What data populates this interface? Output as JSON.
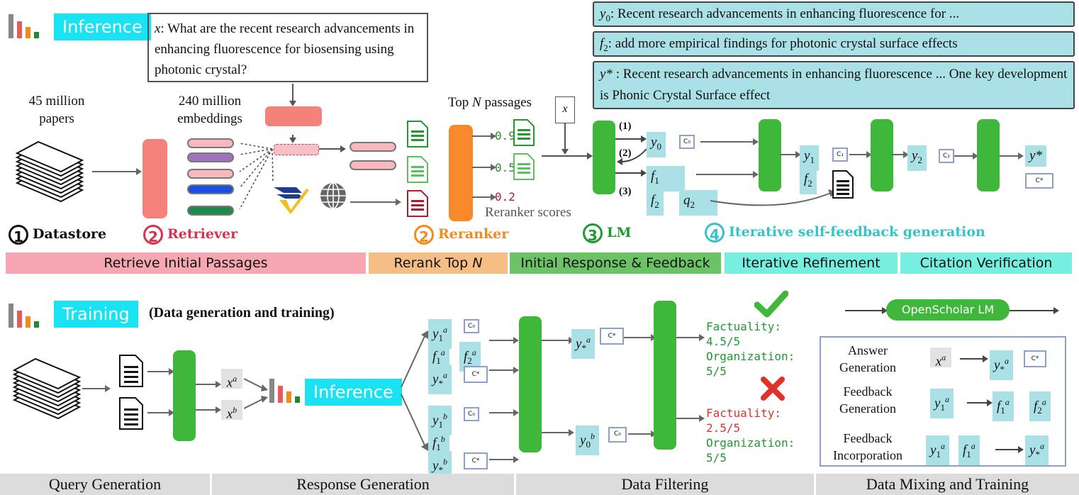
{
  "top": {
    "inference_label": "Inference",
    "query_var": "x",
    "query_text": ": What are the recent research advancements in enhancing fluorescence for biosensing using photonic crystal?",
    "papers_label": "45 million papers",
    "embeddings_label": "240 million embeddings",
    "topn_label_a": "Top ",
    "topn_label_n": "N",
    "topn_label_b": " passages",
    "scores": [
      "0.9",
      "0.5",
      "0.2"
    ],
    "reranker_scores_label": "Reranker scores",
    "x_input": "x",
    "lm_marks": [
      "(1)",
      "(2)",
      "(3)"
    ],
    "boxes": {
      "y0": "y",
      "y0_sub": "0",
      "f1": "f",
      "f1_sub": "1",
      "f2": "f",
      "f2_sub": "2",
      "q2": "q",
      "q2_sub": "2",
      "y1": "y",
      "y1_sub": "1",
      "y2": "y",
      "y2_sub": "2",
      "ystar": "y*",
      "c0": "C₀",
      "c1": "C₁",
      "c2": "C₂",
      "cstar": "C*"
    },
    "output_y0_sym": "y",
    "output_y0_sub": "0",
    "output_y0": ": Recent research advancements in enhancing fluorescence for ...",
    "output_f2_sym": "f",
    "output_f2_sub": "2",
    "output_f2": ": add more empirical findings for photonic crystal surface effects",
    "output_ystar_sym": "y*",
    "output_ystar": " : Recent research advancements in enhancing fluorescence ... One key development is Phonic Crystal Surface effect"
  },
  "steps": [
    {
      "num": "1",
      "label": "Datastore",
      "color": "#111111"
    },
    {
      "num": "2",
      "label": "Retriever",
      "color": "#d9314f"
    },
    {
      "num": "2",
      "label": "Reranker",
      "color": "#f28a1c"
    },
    {
      "num": "3",
      "label": "LM",
      "color": "#1e9a2f"
    },
    {
      "num": "4",
      "label": "Iterative self-feedback generation",
      "color": "#33c4c9"
    }
  ],
  "top_stages": [
    {
      "label": "Retrieve Initial Passages",
      "color": "#f6a7b1"
    },
    {
      "label": "Rerank Top ",
      "label_n": "N",
      "color": "#f6be84"
    },
    {
      "label": "Initial Response & Feedback",
      "color": "#6cc366"
    },
    {
      "label": "Iterative Refinement",
      "color": "#76efe0"
    },
    {
      "label": "Citation Verification",
      "color": "#76efe0"
    }
  ],
  "bottom": {
    "training_label": "Training",
    "training_desc": "(Data generation and training)",
    "inference_label": "Inference",
    "xa": "x",
    "xa_sup": "a",
    "xb": "x",
    "xb_sup": "b",
    "openscholar": "OpenScholar LM",
    "eval_good": [
      "Factuality:",
      "4.5/5",
      "Organization:",
      "5/5"
    ],
    "eval_bad": [
      "Factuality:",
      "2.5/5",
      "Organization:",
      "5/5"
    ],
    "mix": {
      "answer": "Answer Generation",
      "feedback": "Feedback Generation",
      "incorp": "Feedback Incorporation"
    }
  },
  "bottom_stages": [
    {
      "label": "Query Generation"
    },
    {
      "label": "Response Generation"
    },
    {
      "label": "Data Filtering"
    },
    {
      "label": "Data Mixing and Training"
    }
  ],
  "colors": {
    "green_bar": "#3fb73a",
    "teal_box": "#a9e1e6",
    "cyan_label": "#19e2f2",
    "good_text": "#1e9a2f",
    "bad_text": "#e0322a"
  }
}
